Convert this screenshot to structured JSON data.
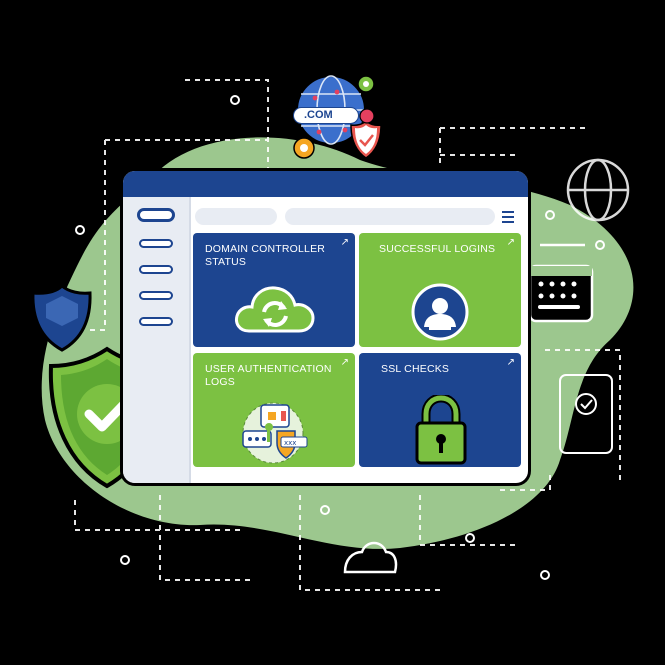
{
  "globe": {
    "domain_label": ".COM"
  },
  "dashboard": {
    "tiles": [
      {
        "title": "DOMAIN CONTROLLER STATUS",
        "icon": "cloud-sync-icon",
        "color": "#1d4590"
      },
      {
        "title": "SUCCESSFUL LOGINS",
        "icon": "user-badge-icon",
        "color": "#7cc142"
      },
      {
        "title": "USER AUTHENTICATION LOGS",
        "icon": "authentication-icon",
        "color": "#7cc142"
      },
      {
        "title": "SSL CHECKS",
        "icon": "padlock-icon",
        "color": "#1d4590"
      }
    ],
    "tile_arrow": "↗"
  },
  "colors": {
    "brand_blue": "#1d4590",
    "accent_green": "#7cc142",
    "blob_green": "#9cc78e",
    "background": "#000000"
  }
}
